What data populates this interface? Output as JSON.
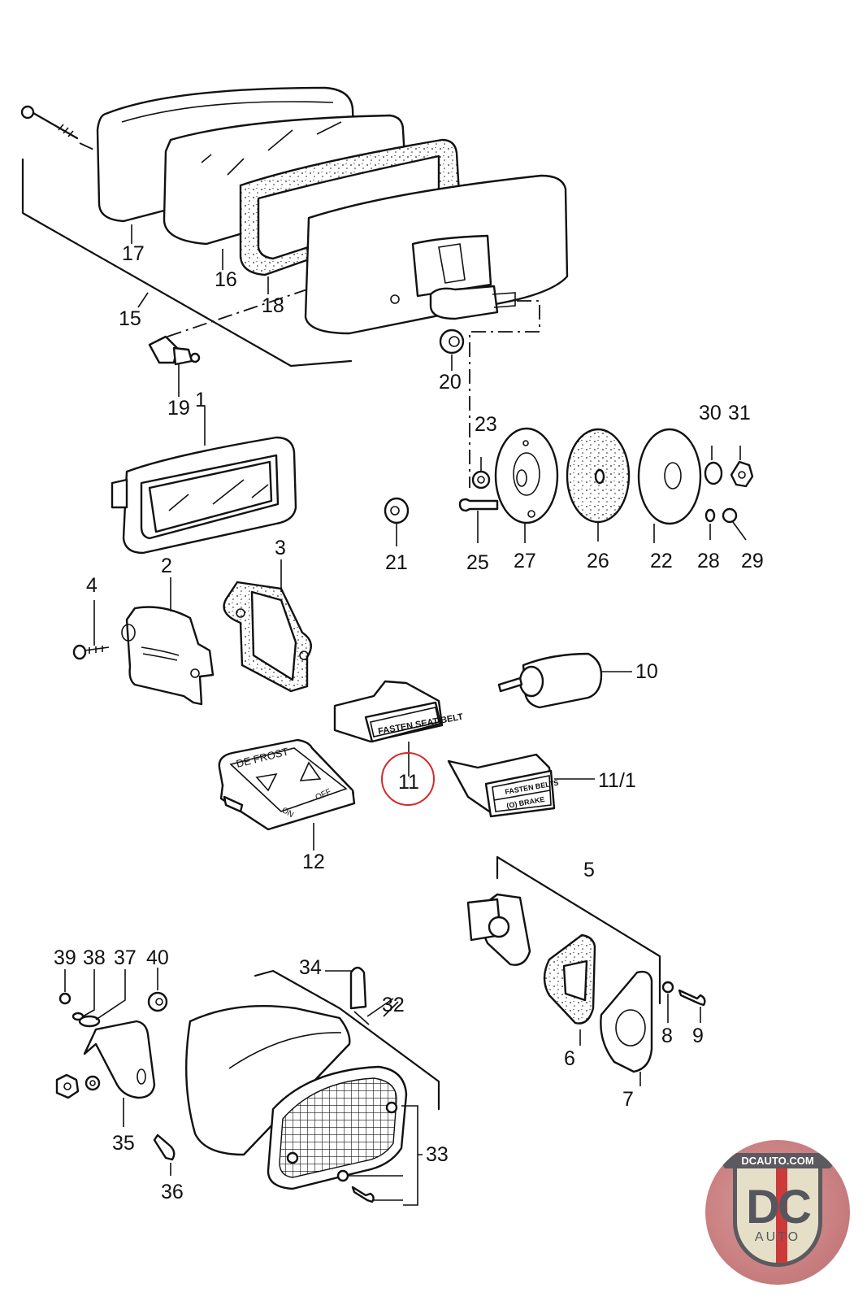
{
  "diagram": {
    "type": "exploded parts diagram",
    "highlighted_part": "11",
    "highlight_color": "#d42a2a",
    "callouts": {
      "p1": "1",
      "p2": "2",
      "p3": "3",
      "p4": "4",
      "p5": "5",
      "p6": "6",
      "p7": "7",
      "p8": "8",
      "p9": "9",
      "p10": "10",
      "p11": "11",
      "p11_1": "11/1",
      "p12": "12",
      "p15": "15",
      "p16": "16",
      "p17": "17",
      "p18": "18",
      "p19": "19",
      "p20": "20",
      "p21": "21",
      "p22": "22",
      "p23": "23",
      "p25": "25",
      "p26": "26",
      "p27": "27",
      "p28": "28",
      "p29": "29",
      "p30": "30",
      "p31": "31",
      "p32": "32",
      "p33": "33",
      "p34": "34",
      "p35": "35",
      "p36": "36",
      "p37": "37",
      "p38": "38",
      "p39": "39",
      "p40": "40"
    },
    "part_text": {
      "seat_belt_lamp": "FASTEN SEAT BELT",
      "defrost_title": "DE FROST",
      "defrost_on": "ON",
      "defrost_off": "OFF",
      "warning_line1": "FASTEN BELTS",
      "warning_line2": "(O) BRAKE"
    }
  },
  "logo": {
    "site": "DCAUTO.COM",
    "mark": "DC",
    "sub": "AUTO",
    "colors": {
      "badge": "#c97f80",
      "shield": "#e6dfc8",
      "stripe": "#cc3a3a",
      "text": "#55575e"
    }
  }
}
